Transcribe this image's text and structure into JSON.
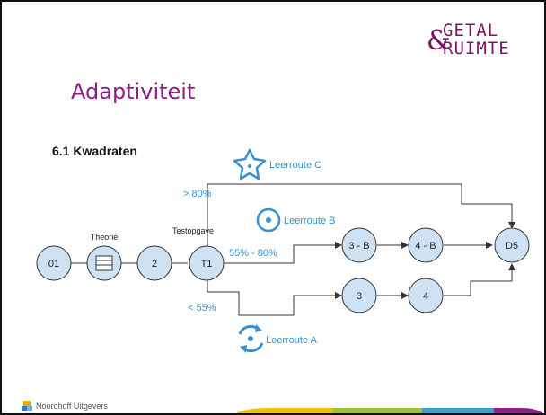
{
  "logo": {
    "ampersand": "&",
    "line1": "GETAL",
    "line2": "RUIMTE"
  },
  "title": "Adaptiviteit",
  "section_heading": "6.1 Kwadraten",
  "nodes": {
    "n01": "01",
    "theorie_label": "Theorie",
    "n2": "2",
    "testopgave_label": "Testopgave",
    "t1": "T1",
    "n3b": "3 - B",
    "n4b": "4 - B",
    "d5": "D5",
    "n3": "3",
    "n4": "4"
  },
  "thresholds": {
    "high": "> 80%",
    "mid": "55% - 80%",
    "low": "< 55%"
  },
  "routes": {
    "c": "Leerroute C",
    "b": "Leerroute B",
    "a": "Leerroute A"
  },
  "icons": {
    "route_c": "star-icon",
    "route_b": "target-icon",
    "route_a": "cycle-arrows-icon",
    "theorie": "document-list-icon"
  },
  "footer": {
    "publisher": "Noordhoff Uitgevers"
  },
  "colors": {
    "node_fill": "#cfe2f3",
    "node_stroke": "#333333",
    "accent_blue": "#3a8fd0",
    "title_purple": "#8e1f86",
    "logo_purple": "#7a1566"
  }
}
